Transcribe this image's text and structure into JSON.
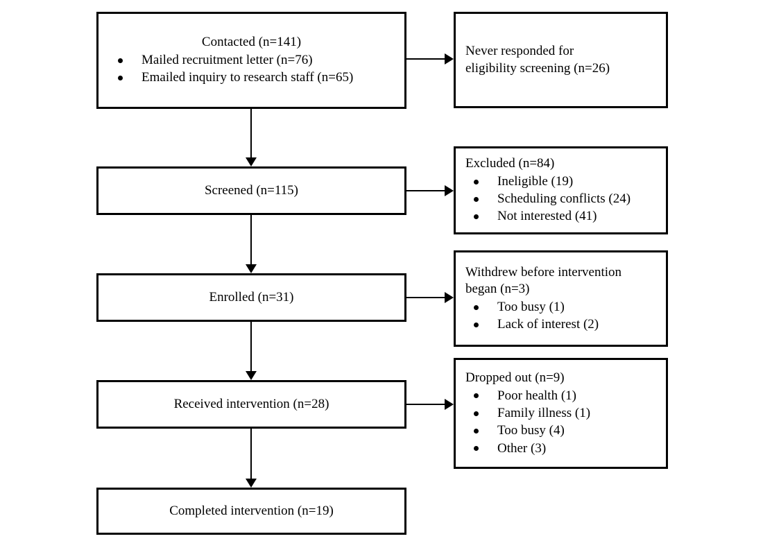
{
  "diagram": {
    "type": "participant-flow-diagram",
    "main_flow": [
      {
        "id": "contacted",
        "title": "Contacted (n=141)",
        "bullets": [
          "Mailed recruitment letter (n=76)",
          "Emailed inquiry to research staff (n=65)"
        ]
      },
      {
        "id": "screened",
        "title": "Screened (n=115)",
        "bullets": []
      },
      {
        "id": "enrolled",
        "title": "Enrolled (n=31)",
        "bullets": []
      },
      {
        "id": "received-intervention",
        "title": "Received intervention (n=28)",
        "bullets": []
      },
      {
        "id": "completed-intervention",
        "title": "Completed intervention (n=19)",
        "bullets": []
      }
    ],
    "exclusions": [
      {
        "id": "never-responded",
        "title": "Never responded for\neligibility screening (n=26)",
        "bullets": []
      },
      {
        "id": "excluded",
        "title": "Excluded (n=84)",
        "bullets": [
          "Ineligible (19)",
          "Scheduling conflicts (24)",
          "Not interested (41)"
        ]
      },
      {
        "id": "withdrew",
        "title": "Withdrew before intervention\nbegan (n=3)",
        "bullets": [
          "Too busy (1)",
          "Lack of interest (2)"
        ]
      },
      {
        "id": "dropped-out",
        "title": "Dropped out (n=9)",
        "bullets": [
          "Poor health (1)",
          "Family illness (1)",
          "Too busy (4)",
          "Other (3)"
        ]
      }
    ],
    "colors": {
      "border": "#000000",
      "text": "#000000",
      "background": "#ffffff"
    }
  }
}
